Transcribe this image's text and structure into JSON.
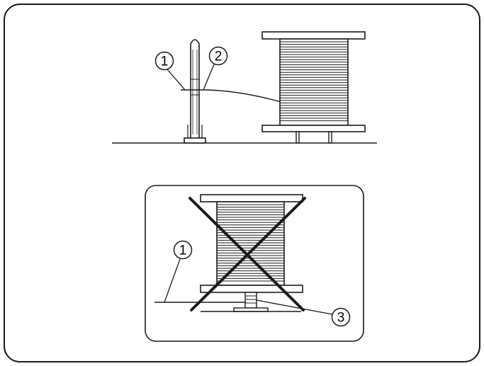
{
  "callouts": {
    "top_1": "1",
    "top_2": "2",
    "bottom_1": "1",
    "bottom_3": "3"
  },
  "colors": {
    "stroke": "#1a1a1a",
    "background": "#ffffff"
  }
}
